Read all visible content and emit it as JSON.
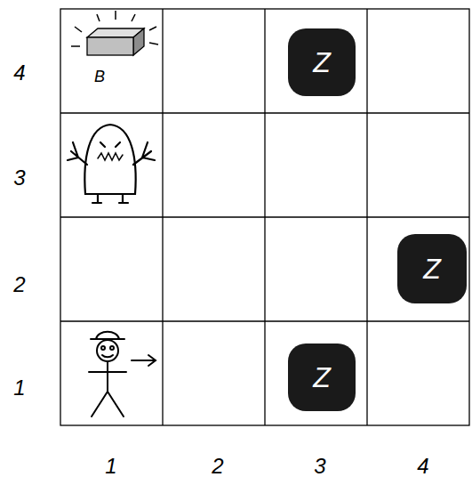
{
  "diagram": {
    "nodes": [
      {
        "text": [
          "Z"
        ]
      },
      {
        "text": [
          "Z"
        ]
      },
      {
        "text": [
          "Z"
        ]
      }
    ],
    "labels": [
      "B",
      "4",
      "3",
      "2",
      "1",
      "1",
      "2",
      "3",
      "4"
    ]
  }
}
